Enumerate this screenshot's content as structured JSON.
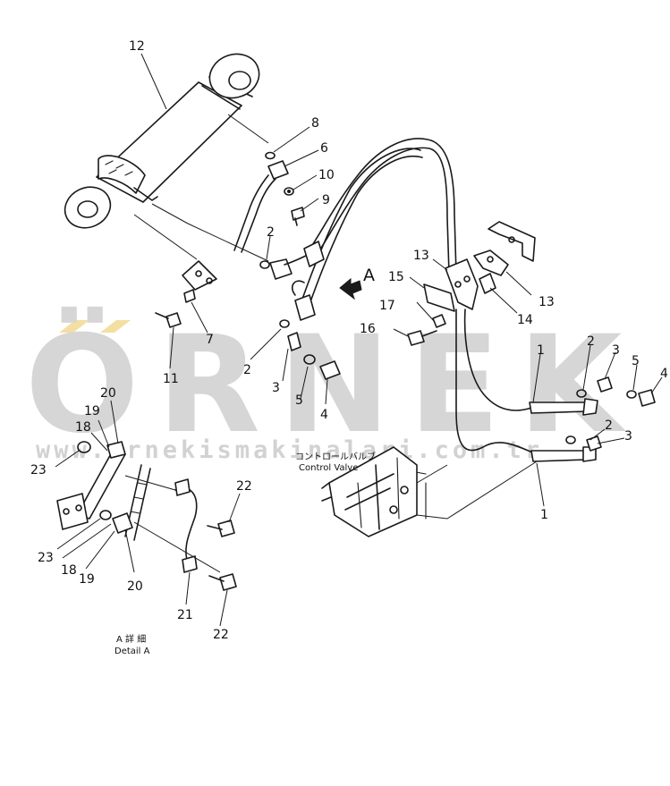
{
  "watermark": {
    "brand": "ÖRNEK",
    "url": "www.ornekismakinalari.com.tr",
    "text_color": "#d6d6d6",
    "accent_color": "#f3dfa2"
  },
  "callouts": {
    "c1_upper": "1",
    "c1_lower": "1",
    "c2_cyl": "2",
    "c2_mid": "2",
    "c2_right_a": "2",
    "c2_right_b": "2",
    "c3_mid": "3",
    "c3_right_a": "3",
    "c3_right_b": "3",
    "c4_mid": "4",
    "c4_right": "4",
    "c5_mid": "5",
    "c5_right": "5",
    "c6": "6",
    "c7": "7",
    "c8": "8",
    "c9": "9",
    "c10": "10",
    "c11": "11",
    "c12": "12",
    "c13_left": "13",
    "c13_right": "13",
    "c14": "14",
    "c15": "15",
    "c16": "16",
    "c17": "17",
    "c18_top": "18",
    "c18_bottom": "18",
    "c19_top": "19",
    "c19_bottom": "19",
    "c20_top": "20",
    "c20_bottom": "20",
    "c21": "21",
    "c22_top": "22",
    "c22_bottom": "22",
    "c23_top": "23",
    "c23_bottom": "23"
  },
  "view_marker": "A",
  "control_valve": {
    "jp": "コントロールバルブ",
    "en": "Control Valve"
  },
  "detail": {
    "jp": "A 詳 細",
    "en": "Detail A"
  }
}
